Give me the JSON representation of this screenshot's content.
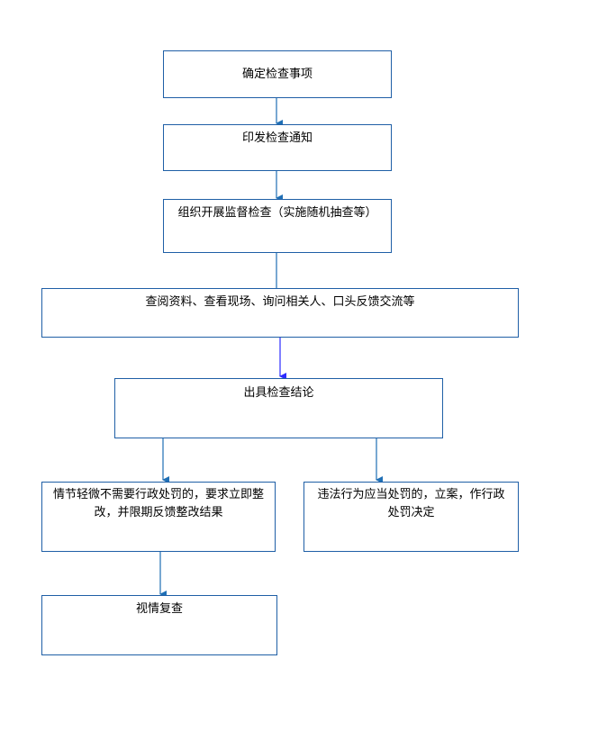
{
  "diagram": {
    "accent_color": "#1f6fb5",
    "highlight_arrow_color": "#2b2bff",
    "nodes": {
      "determine": "确定检查事项",
      "notice": "印发检查通知",
      "organize": "组织开展监督检查（实施随机抽查等）",
      "review": "查阅资料、查看现场、询问相关人、口头反馈交流等",
      "conclusion": "出具检查结论",
      "minor": "情节轻微不需要行政处罚的，要求立即整改，并限期反馈整改结果",
      "violation": "违法行为应当处罚的，立案，作行政处罚决定",
      "recheck": "视情复查"
    }
  }
}
